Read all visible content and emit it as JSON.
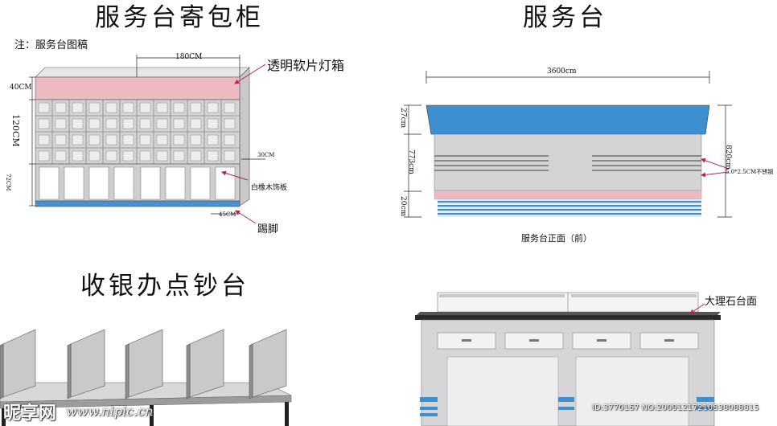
{
  "titles": {
    "locker": "服务台寄包柜",
    "service_desk": "服务台",
    "cashier": "收银办点钞台"
  },
  "locker": {
    "note": "注：服务台图稿",
    "width_label": "180CM",
    "light_box_height": "40CM",
    "upper_height": "120CM",
    "lower_height": "72CM",
    "cell_depth": "30CM",
    "kick_height": "45CM",
    "callout_lightbox": "透明软片灯箱",
    "callout_panel": "白橡木饰板",
    "callout_kick": "踢脚"
  },
  "desk": {
    "width_label": "3600cm",
    "top_h": "27cm",
    "middle_h": "773cm",
    "bottom_h": "20cm",
    "total_h": "820cm",
    "steel_note": "5.0*2.5CM不锈钢",
    "caption": "服务台正面（前）"
  },
  "counter": {
    "marble_note": "大理石台面"
  },
  "watermark": {
    "logo": "昵享网",
    "url": "www.nipic.cn",
    "id": "ID:3770167 NO:20091217210838088815"
  },
  "colors": {
    "pink": "#eebac2",
    "blue": "#3d8fd0",
    "panel_grey": "#cfcfd1"
  }
}
